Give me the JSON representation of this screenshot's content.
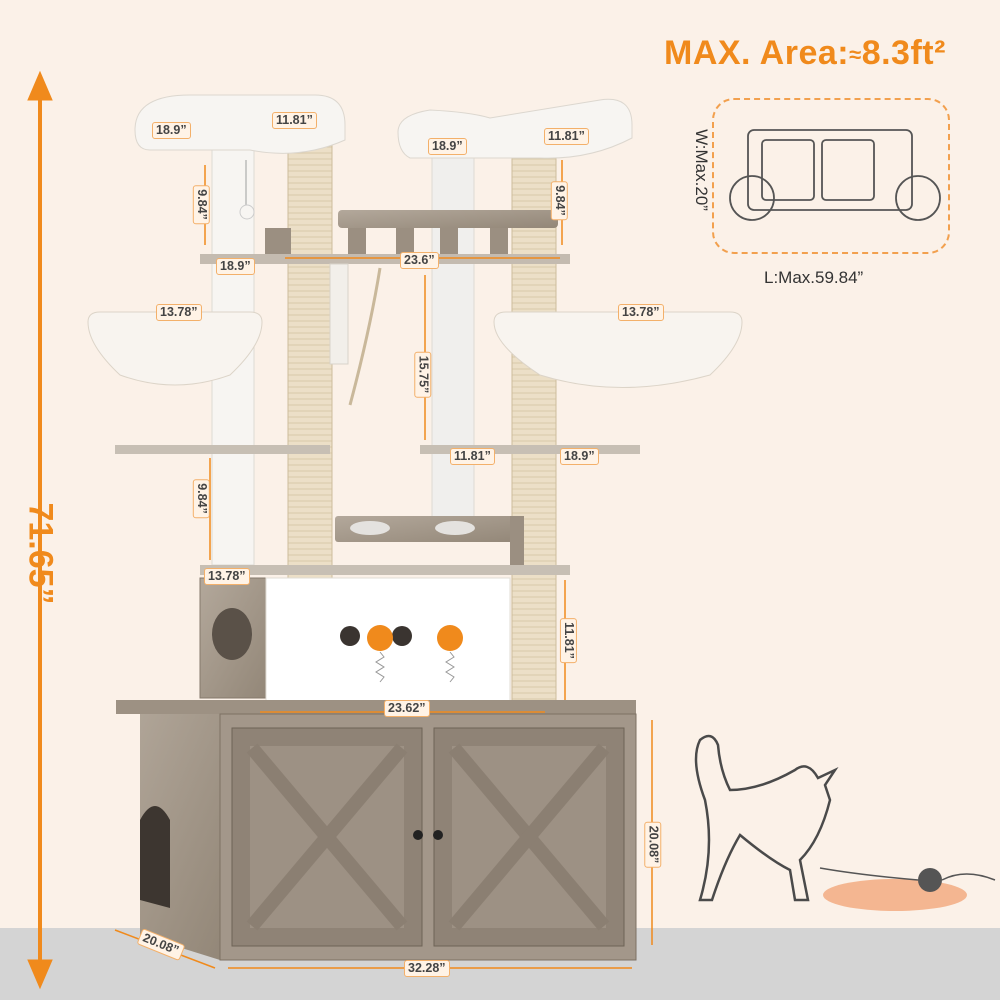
{
  "colors": {
    "accent": "#f08a1c",
    "background": "#fbf1e8",
    "floor": "#d3d3d3",
    "wood": "#a59a8d",
    "sisal": "#e9dcc4",
    "plush": "#f7f5f2"
  },
  "max_area": {
    "title": "MAX. Area:",
    "approx_symbol": "≈",
    "value": "8.3ft²",
    "length_label": "L:Max.59.84”",
    "width_label": "W:Max.20”"
  },
  "overall_height": "71.65”",
  "dimensions": {
    "top_left_perch_width": "18.9”",
    "top_left_perch_depth": "11.81”",
    "top_right_perch_width": "18.9”",
    "top_right_perch_depth": "11.81”",
    "top_left_post_gap": "9.84”",
    "top_right_post_gap": "9.84”",
    "window_shelf_left": "18.9”",
    "window_shelf_width": "23.6”",
    "left_hammock": "13.78”",
    "right_hammock": "13.78”",
    "middle_post_gap": "15.75”",
    "right_platform_middle": "11.81”",
    "right_platform_side": "18.9”",
    "left_lower_gap": "9.84”",
    "condo_width": "13.78”",
    "bowl_stand_gap": "11.81”",
    "bowl_stand_width": "23.62”",
    "cabinet_height": "20.08”",
    "cabinet_depth": "20.08”",
    "cabinet_width": "32.28”"
  }
}
